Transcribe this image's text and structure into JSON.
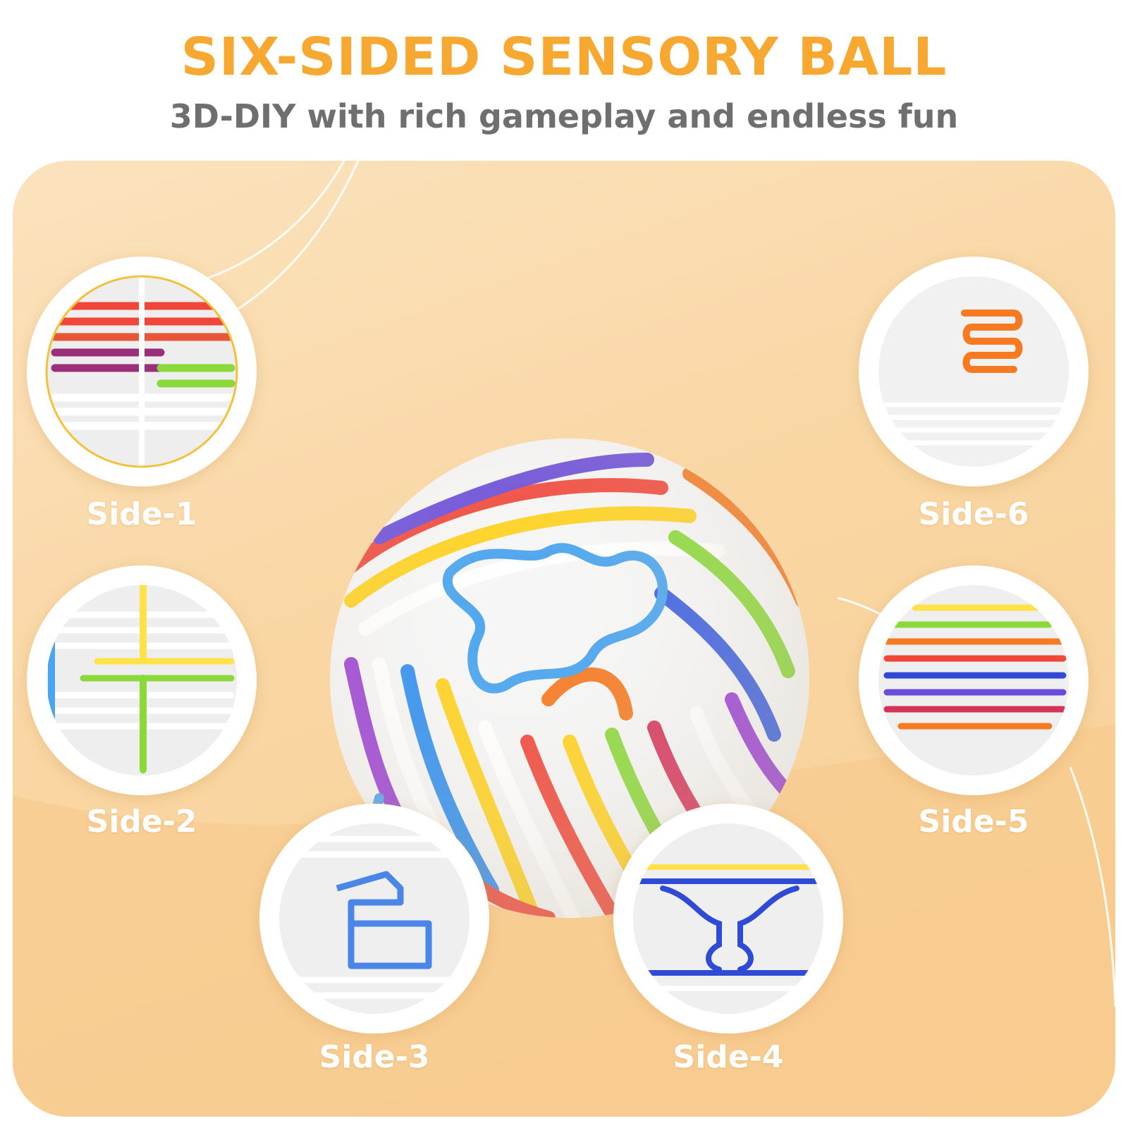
{
  "header": {
    "title": "SIX-SIDED SENSORY BALL",
    "subtitle": "3D-DIY with rich gameplay and endless fun"
  },
  "colors": {
    "title": "#f6a830",
    "subtitle": "#6f6f6f",
    "panel": "#f9d6a3",
    "label": "#ffffff"
  },
  "sides": [
    {
      "label": "Side-1"
    },
    {
      "label": "Side-2"
    },
    {
      "label": "Side-3"
    },
    {
      "label": "Side-4"
    },
    {
      "label": "Side-5"
    },
    {
      "label": "Side-6"
    }
  ]
}
